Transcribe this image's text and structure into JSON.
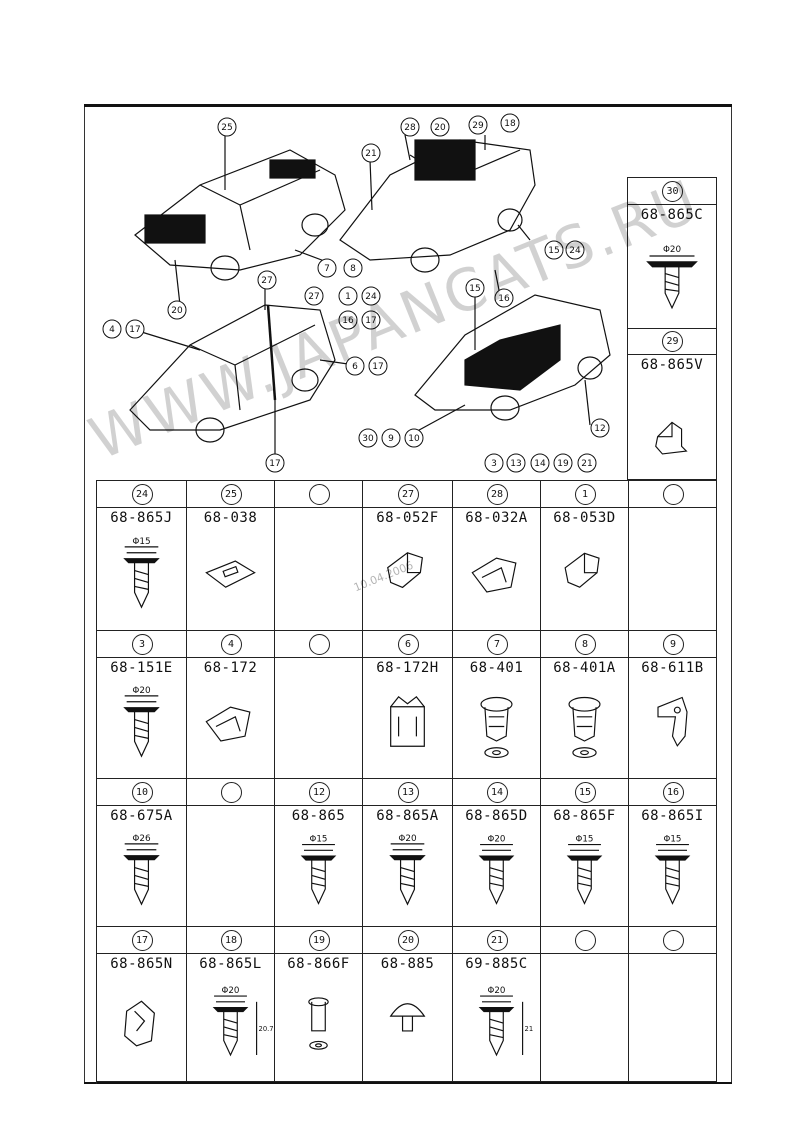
{
  "watermark": "WWW.JAPANCATS.RU",
  "watermark_small": "10.04.2006",
  "illustration_callouts": [
    "25",
    "28",
    "20",
    "29",
    "18",
    "21",
    "7",
    "8",
    "15",
    "24",
    "20",
    "27",
    "27",
    "1",
    "24",
    "4",
    "17",
    "16",
    "17",
    "6",
    "17",
    "15",
    "16",
    "30",
    "9",
    "10",
    "3",
    "13",
    "14",
    "19",
    "21",
    "12",
    "17"
  ],
  "right_column": [
    {
      "ref": "30",
      "part": "68-865C",
      "dim": "Φ20"
    },
    {
      "ref": "29",
      "part": "68-865V",
      "dim": ""
    }
  ],
  "rows": [
    [
      {
        "ref": "24",
        "part": "68-865J",
        "dim": "Φ15"
      },
      {
        "ref": "25",
        "part": "68-038",
        "dim": ""
      },
      {
        "ref": "",
        "part": "",
        "dim": ""
      },
      {
        "ref": "27",
        "part": "68-052F",
        "dim": ""
      },
      {
        "ref": "28",
        "part": "68-032A",
        "dim": ""
      },
      {
        "ref": "1",
        "part": "68-053D",
        "dim": ""
      },
      {
        "ref": "",
        "part": "",
        "dim": ""
      }
    ],
    [
      {
        "ref": "3",
        "part": "68-151E",
        "dim": "Φ20"
      },
      {
        "ref": "4",
        "part": "68-172",
        "dim": ""
      },
      {
        "ref": "",
        "part": "",
        "dim": ""
      },
      {
        "ref": "6",
        "part": "68-172H",
        "dim": ""
      },
      {
        "ref": "7",
        "part": "68-401",
        "dim": ""
      },
      {
        "ref": "8",
        "part": "68-401A",
        "dim": ""
      },
      {
        "ref": "9",
        "part": "68-611B",
        "dim": ""
      }
    ],
    [
      {
        "ref": "10",
        "part": "68-675A",
        "dim": "Φ26"
      },
      {
        "ref": "",
        "part": "",
        "dim": ""
      },
      {
        "ref": "12",
        "part": "68-865",
        "dim": "Φ15"
      },
      {
        "ref": "13",
        "part": "68-865A",
        "dim": "Φ20"
      },
      {
        "ref": "14",
        "part": "68-865D",
        "dim": "Φ20"
      },
      {
        "ref": "15",
        "part": "68-865F",
        "dim": "Φ15"
      },
      {
        "ref": "16",
        "part": "68-865I",
        "dim": "Φ15"
      }
    ],
    [
      {
        "ref": "17",
        "part": "68-865N",
        "dim": ""
      },
      {
        "ref": "18",
        "part": "68-865L",
        "dim": "Φ20",
        "dim2": "20.7"
      },
      {
        "ref": "19",
        "part": "68-866F",
        "dim": ""
      },
      {
        "ref": "20",
        "part": "68-885",
        "dim": ""
      },
      {
        "ref": "21",
        "part": "69-885C",
        "dim": "Φ20",
        "dim2": "21"
      },
      {
        "ref": "",
        "part": "",
        "dim": ""
      },
      {
        "ref": "",
        "part": "",
        "dim": ""
      }
    ]
  ]
}
